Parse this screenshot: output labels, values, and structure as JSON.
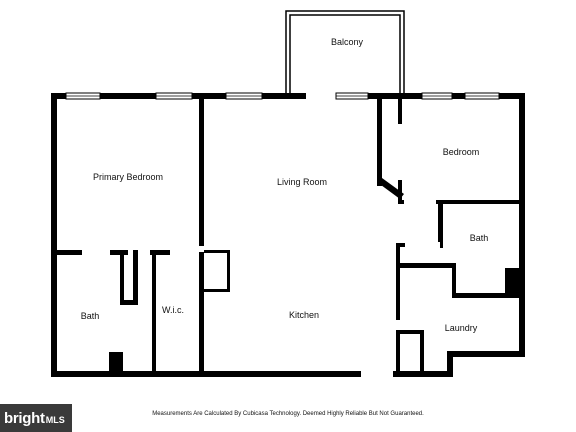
{
  "rooms": {
    "balcony": "Balcony",
    "primary_bedroom": "Primary Bedroom",
    "living_room": "Living Room",
    "bedroom": "Bedroom",
    "bath_right": "Bath",
    "bath_left": "Bath",
    "wic": "W.i.c.",
    "kitchen": "Kitchen",
    "laundry": "Laundry"
  },
  "footer": {
    "note": "Measurements Are Calculated By Cubicasa Technology. Deemed Highly Reliable But Not Guaranteed."
  },
  "brand": {
    "name": "bright",
    "suffix": "MLS"
  },
  "colors": {
    "wall": "#000000",
    "background": "#ffffff",
    "brand_bg": "#3a3a3a"
  }
}
